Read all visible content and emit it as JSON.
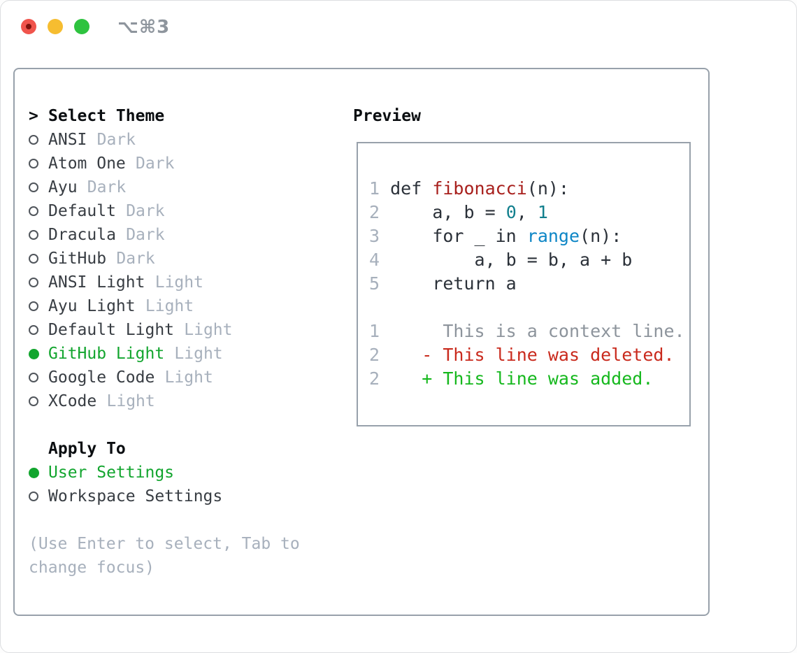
{
  "titlebar": {
    "shortcut": "⌥⌘3",
    "traffic_light_colors": {
      "close": "#f0544c",
      "minimize": "#f6bd30",
      "zoom": "#2ec33f"
    }
  },
  "theme_picker": {
    "prompt": ">",
    "title": "Select Theme",
    "items": [
      {
        "name": "ANSI",
        "variant": "Dark",
        "selected": false
      },
      {
        "name": "Atom One",
        "variant": "Dark",
        "selected": false
      },
      {
        "name": "Ayu",
        "variant": "Dark",
        "selected": false
      },
      {
        "name": "Default",
        "variant": "Dark",
        "selected": false
      },
      {
        "name": "Dracula",
        "variant": "Dark",
        "selected": false
      },
      {
        "name": "GitHub",
        "variant": "Dark",
        "selected": false
      },
      {
        "name": "ANSI Light",
        "variant": "Light",
        "selected": false
      },
      {
        "name": "Ayu Light",
        "variant": "Light",
        "selected": false
      },
      {
        "name": "Default Light",
        "variant": "Light",
        "selected": false
      },
      {
        "name": "GitHub Light",
        "variant": "Light",
        "selected": true
      },
      {
        "name": "Google Code",
        "variant": "Light",
        "selected": false
      },
      {
        "name": "XCode",
        "variant": "Light",
        "selected": false
      }
    ]
  },
  "apply_to": {
    "title": "Apply To",
    "options": [
      {
        "label": "User Settings",
        "selected": true
      },
      {
        "label": "Workspace Settings",
        "selected": false
      }
    ]
  },
  "hint": "(Use Enter to select, Tab to change focus)",
  "preview": {
    "title": "Preview",
    "lines": [
      {
        "num": "1",
        "segments": [
          {
            "c": "plain",
            "t": "def "
          },
          {
            "c": "func",
            "t": "fibonacci"
          },
          {
            "c": "plain",
            "t": "(n):"
          }
        ]
      },
      {
        "num": "2",
        "segments": [
          {
            "c": "plain",
            "t": "    a, b = "
          },
          {
            "c": "number",
            "t": "0"
          },
          {
            "c": "plain",
            "t": ", "
          },
          {
            "c": "number",
            "t": "1"
          }
        ]
      },
      {
        "num": "3",
        "segments": [
          {
            "c": "plain",
            "t": "    for _ in "
          },
          {
            "c": "builtin",
            "t": "range"
          },
          {
            "c": "plain",
            "t": "(n):"
          }
        ]
      },
      {
        "num": "4",
        "segments": [
          {
            "c": "plain",
            "t": "        a, b = b, a + b"
          }
        ]
      },
      {
        "num": "5",
        "segments": [
          {
            "c": "plain",
            "t": "    return a"
          }
        ]
      },
      {
        "num": "",
        "segments": []
      },
      {
        "num": "1",
        "segments": [
          {
            "c": "context",
            "t": "     This is a context line."
          }
        ]
      },
      {
        "num": "2",
        "segments": [
          {
            "c": "deleted",
            "t": "   - This line was deleted."
          }
        ]
      },
      {
        "num": "2",
        "segments": [
          {
            "c": "added",
            "t": "   + This line was added."
          }
        ]
      }
    ]
  },
  "colors": {
    "panel_border": "#98a1ab",
    "selected_green": "#12a52e",
    "muted_text": "#a7b0bc",
    "item_text": "#383d43",
    "func_red": "#a8201d",
    "number_teal": "#117f8d",
    "builtin_blue": "#0e86c6",
    "diff_deleted": "#c92a1d",
    "diff_added": "#16b81e"
  }
}
